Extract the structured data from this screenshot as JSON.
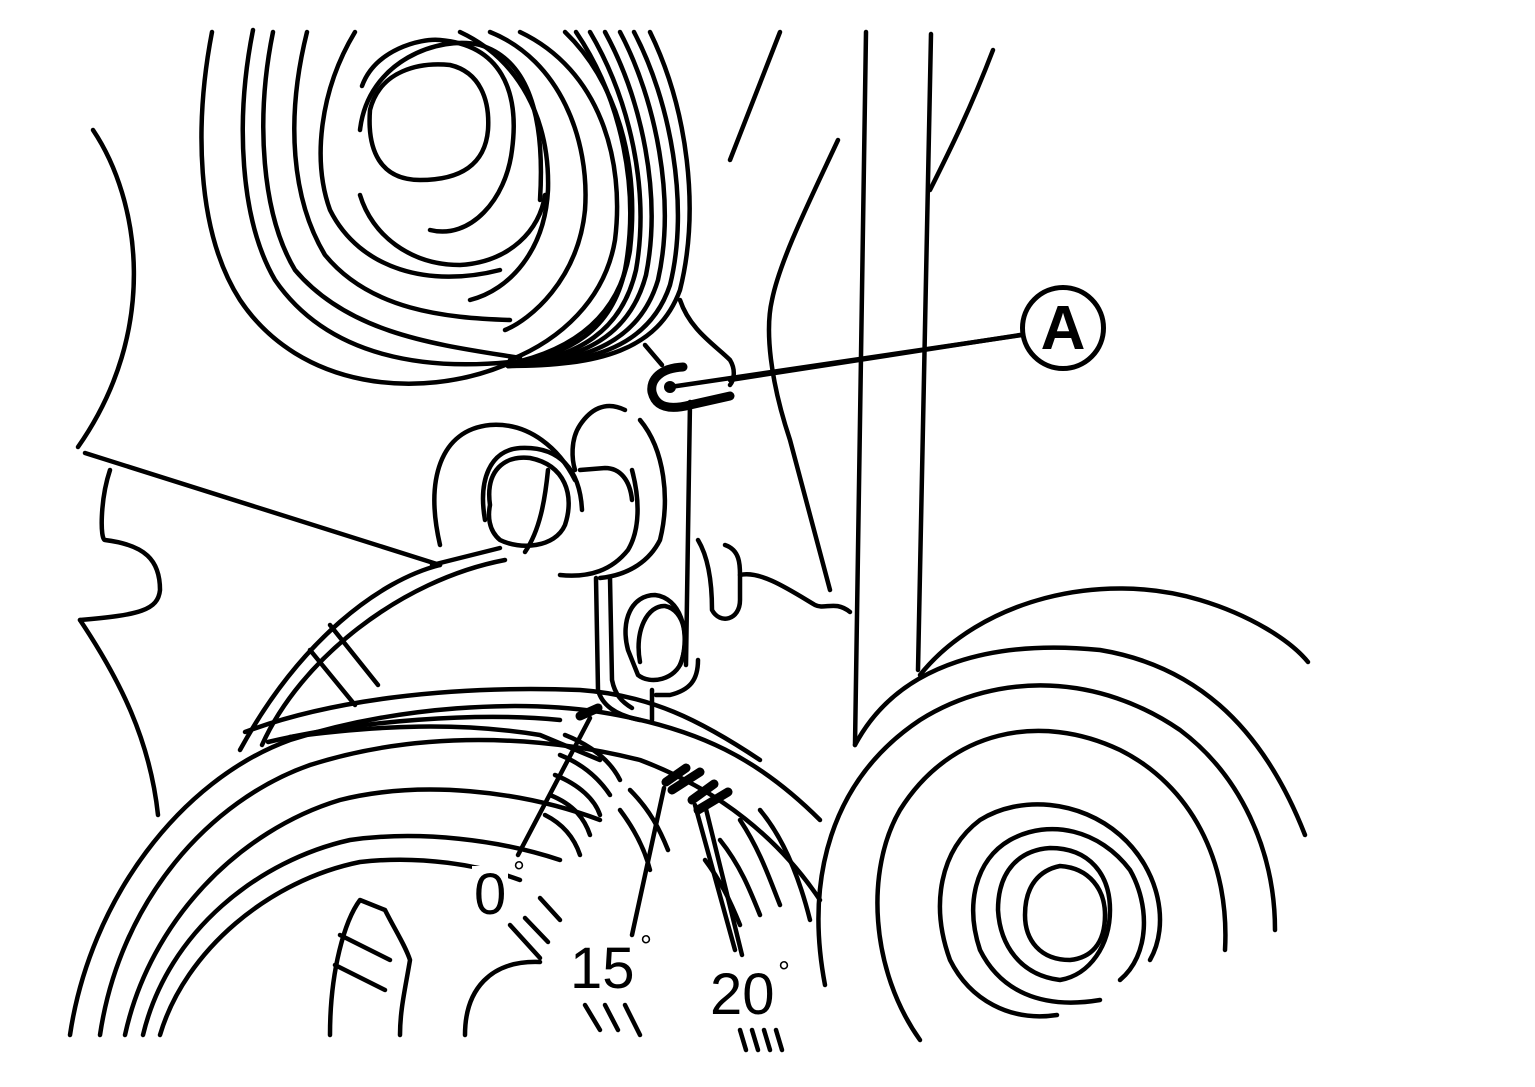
{
  "diagram": {
    "type": "technical-line-drawing",
    "subject": "Engine front pulleys with timing-mark scale and pointer",
    "callouts": [
      {
        "id": "A",
        "label": "A",
        "points_to": "timing pointer / indicator"
      }
    ],
    "timing_marks": [
      {
        "label": "0",
        "unit": "°"
      },
      {
        "label": "15",
        "unit": "°"
      },
      {
        "label": "20",
        "unit": "°"
      }
    ],
    "colors": {
      "line": "#000000",
      "background": "#ffffff"
    }
  }
}
